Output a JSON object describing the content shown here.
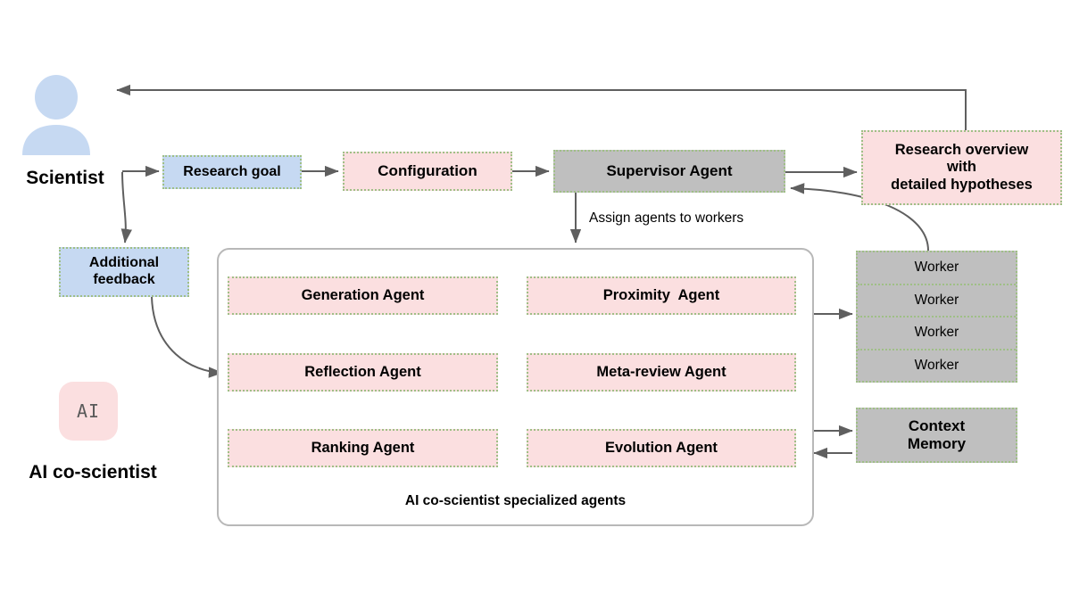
{
  "diagram": {
    "title": "AI co-scientist multi-agent system architecture",
    "colors": {
      "blue_fill": "#c6d9f2",
      "pink_fill": "#fbdfe0",
      "grey_fill": "#bfbfbf",
      "dotted_border": "#9fbf86",
      "grey_arrow": "#5f5f5f",
      "red_arrow": "#e8202a",
      "panel_border": "#b8b8b8"
    }
  },
  "actor": {
    "icon": "person-icon",
    "label": "Scientist"
  },
  "brand": {
    "logo_text": "AI",
    "label": "AI co-scientist"
  },
  "pipeline": {
    "research_goal": "Research goal",
    "configuration": "Configuration",
    "supervisor": "Supervisor Agent",
    "overview": "Research overview\nwith\ndetailed hypotheses",
    "overview_lines": [
      "Research overview",
      "with",
      "detailed hypotheses"
    ],
    "additional_feedback": "Additional\nfeedback",
    "additional_feedback_lines": [
      "Additional",
      "feedback"
    ],
    "assign_label": "Assign agents to workers"
  },
  "workers": {
    "rows": [
      "Worker",
      "Worker",
      "Worker",
      "Worker"
    ]
  },
  "memory": {
    "label": "Context\nMemory",
    "lines": [
      "Context",
      "Memory"
    ]
  },
  "agents_panel": {
    "caption": "AI co-scientist specialized agents",
    "agents": [
      {
        "id": "generation",
        "label": "Generation Agent",
        "column": "left",
        "row": 1
      },
      {
        "id": "proximity",
        "label": "Proximity  Agent",
        "column": "right",
        "row": 1
      },
      {
        "id": "reflection",
        "label": "Reflection Agent",
        "column": "left",
        "row": 2
      },
      {
        "id": "metareview",
        "label": "Meta-review Agent",
        "column": "right",
        "row": 2
      },
      {
        "id": "ranking",
        "label": "Ranking Agent",
        "column": "left",
        "row": 3
      },
      {
        "id": "evolution",
        "label": "Evolution Agent",
        "column": "right",
        "row": 3
      }
    ]
  },
  "connections": [
    {
      "from": "overview",
      "to": "scientist",
      "style": "grey",
      "direction": "one-way"
    },
    {
      "from": "scientist",
      "to": "research_goal",
      "style": "grey",
      "direction": "one-way"
    },
    {
      "from": "scientist",
      "to": "additional_feedback",
      "style": "grey",
      "direction": "one-way"
    },
    {
      "from": "research_goal",
      "to": "configuration",
      "style": "grey",
      "direction": "one-way"
    },
    {
      "from": "configuration",
      "to": "supervisor",
      "style": "grey",
      "direction": "one-way"
    },
    {
      "from": "supervisor",
      "to": "overview",
      "style": "grey",
      "direction": "one-way"
    },
    {
      "from": "supervisor",
      "to": "agents_panel",
      "style": "grey",
      "direction": "one-way",
      "label": "Assign agents to workers"
    },
    {
      "from": "workers",
      "to": "supervisor",
      "style": "grey",
      "direction": "one-way"
    },
    {
      "from": "additional_feedback",
      "to": "reflection",
      "style": "grey",
      "direction": "one-way"
    },
    {
      "from": "agents_panel",
      "to": "workers",
      "style": "grey",
      "direction": "one-way"
    },
    {
      "from": "agents_panel",
      "to": "context_memory",
      "style": "grey",
      "direction": "two-way"
    },
    {
      "from": "generation",
      "to": "proximity",
      "style": "red",
      "direction": "two-way"
    },
    {
      "from": "reflection",
      "to": "metareview",
      "style": "red",
      "direction": "two-way"
    },
    {
      "from": "ranking",
      "to": "evolution",
      "style": "red",
      "direction": "two-way"
    },
    {
      "from": "generation",
      "to": "reflection",
      "style": "red",
      "direction": "one-way"
    },
    {
      "from": "reflection",
      "to": "ranking",
      "style": "red",
      "direction": "one-way"
    },
    {
      "from": "proximity",
      "to": "metareview",
      "style": "red",
      "direction": "one-way"
    },
    {
      "from": "metareview",
      "to": "generation",
      "style": "red",
      "direction": "one-way"
    },
    {
      "from": "ranking",
      "to": "metareview",
      "style": "red",
      "direction": "one-way"
    },
    {
      "from": "evolution",
      "to": "reflection",
      "style": "red",
      "direction": "one-way"
    }
  ]
}
